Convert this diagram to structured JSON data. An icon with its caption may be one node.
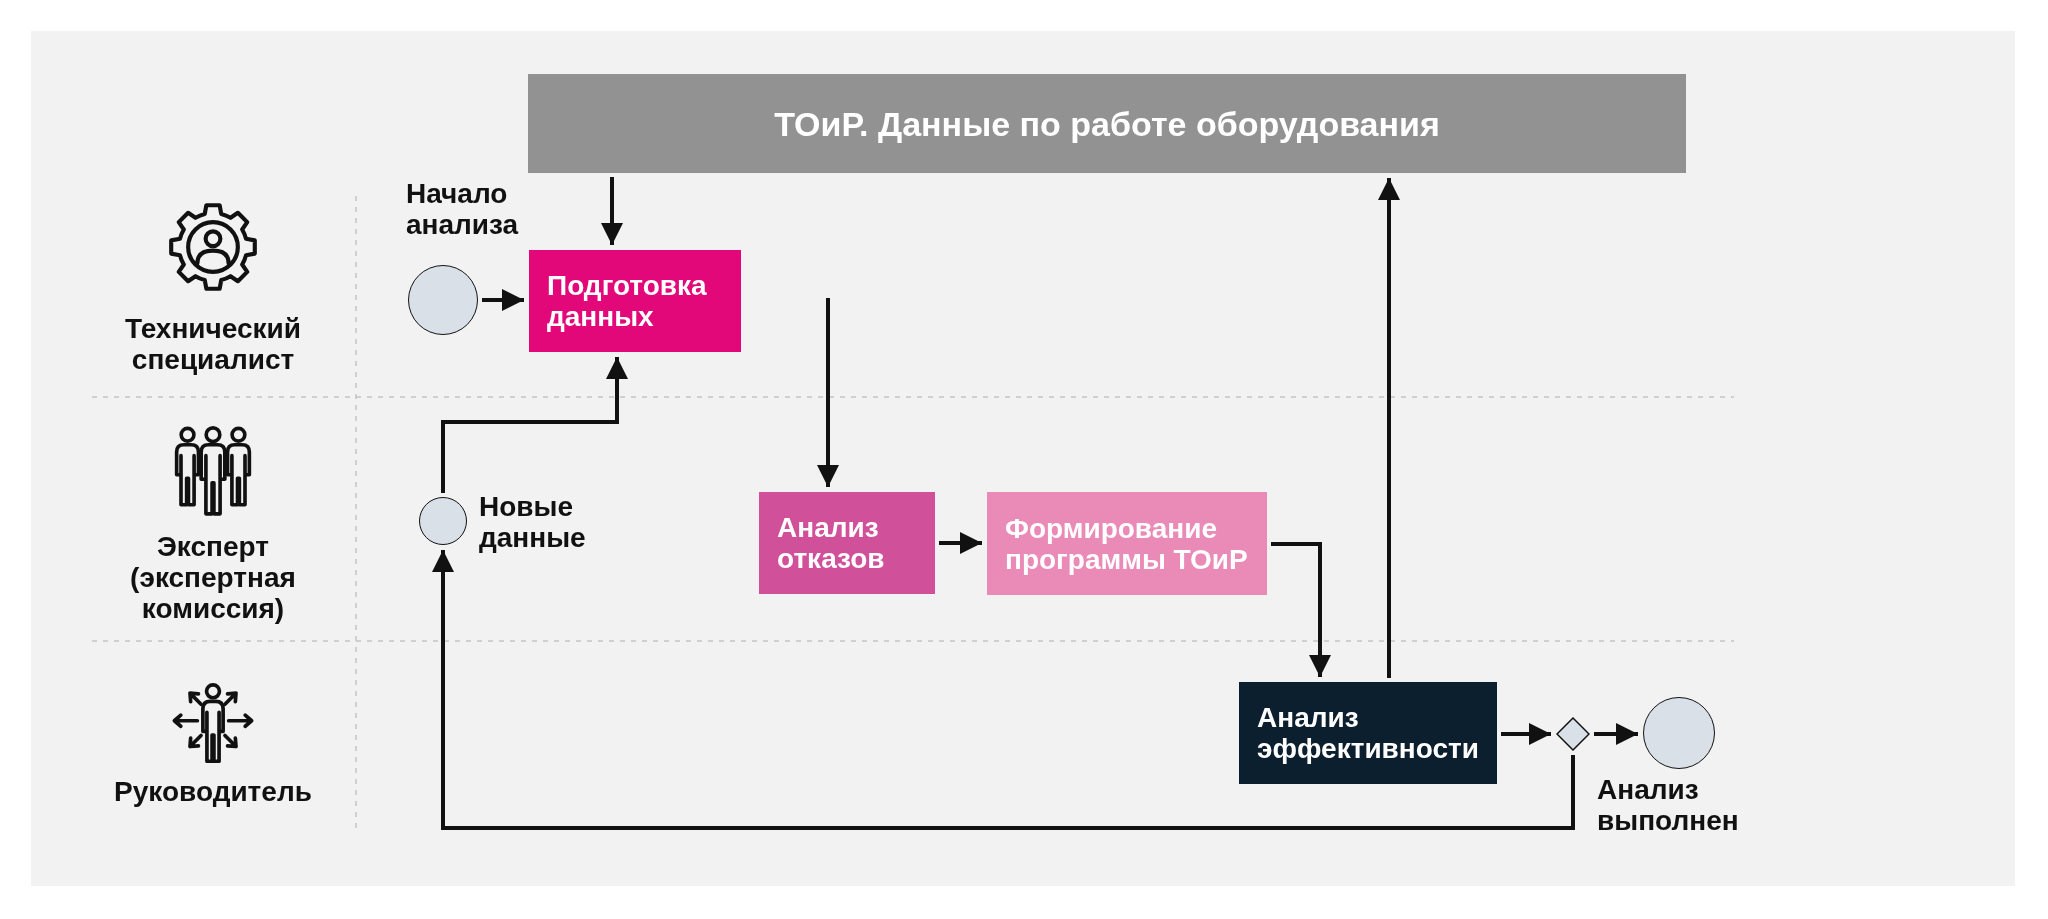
{
  "diagram": {
    "nodes": [
      {
        "text": [
          "ТОиР. Данные по работе оборудования"
        ]
      },
      {
        "text": [],
        "shape": "circle",
        "beside": [
          "Начало анализа"
        ]
      },
      {
        "text": [
          "Подготовка данных"
        ]
      },
      {
        "text": [],
        "shape": "circle",
        "beside": [
          "Новые данные"
        ]
      },
      {
        "text": [
          "Анализ отказов"
        ]
      },
      {
        "text": [
          "Формирование программы ТОиР"
        ]
      },
      {
        "text": [
          "Анализ эффективности"
        ]
      },
      {
        "text": [],
        "shape": "diamond"
      },
      {
        "text": [],
        "shape": "circle",
        "beside": [
          "Анализ выполнен"
        ]
      }
    ],
    "edges": [
      {
        "from": 1,
        "to": 2,
        "arrow": "to"
      },
      {
        "from": 0,
        "to": 2,
        "arrow": "to"
      },
      {
        "from": 3,
        "to": 2,
        "arrow": "to"
      },
      {
        "from": null,
        "to": 4,
        "arrow": "to"
      },
      {
        "from": 4,
        "to": 5,
        "arrow": "to"
      },
      {
        "from": 5,
        "to": 6,
        "arrow": "to"
      },
      {
        "from": 6,
        "to": 0,
        "arrow": "to"
      },
      {
        "from": 6,
        "to": 7,
        "arrow": "to"
      },
      {
        "from": 7,
        "to": 8,
        "arrow": "to"
      },
      {
        "from": 7,
        "to": 3,
        "arrow": "to"
      }
    ],
    "labels": [
      "Технический специалист",
      "Эксперт (экспертная комиссия)",
      "Руководитель"
    ]
  }
}
